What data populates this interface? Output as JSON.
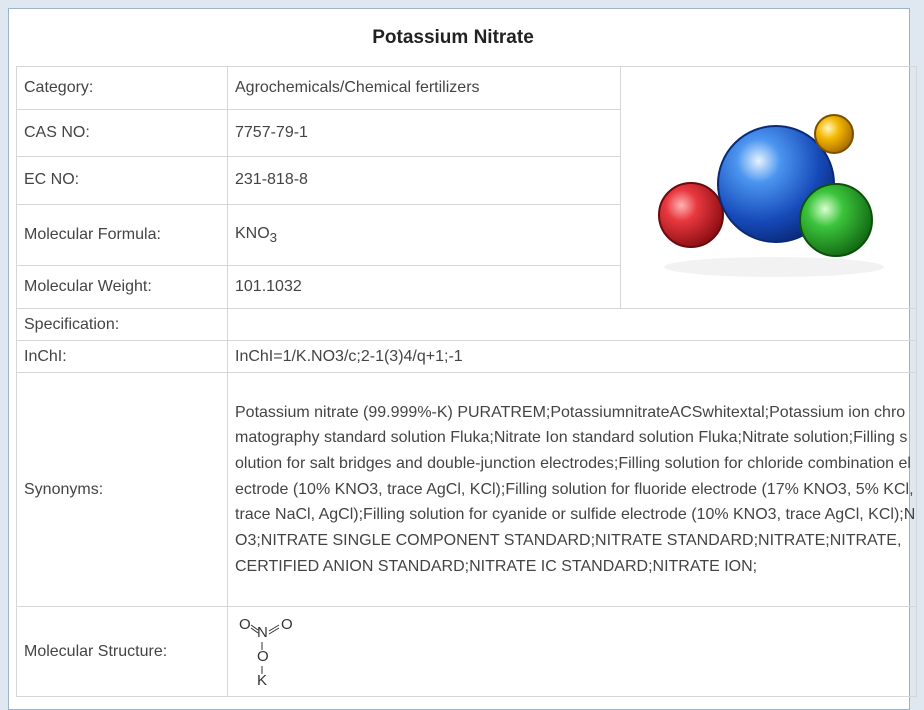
{
  "title": "Potassium Nitrate",
  "rows": {
    "category": {
      "label": "Category:",
      "value": "Agrochemicals/Chemical fertilizers"
    },
    "cas": {
      "label": "CAS NO:",
      "value": "7757-79-1"
    },
    "ec": {
      "label": "EC NO:",
      "value": "231-818-8"
    },
    "formula": {
      "label": "Molecular Formula:",
      "value_main": "KNO",
      "value_sub": "3"
    },
    "weight": {
      "label": "Molecular Weight:",
      "value": "101.1032"
    },
    "specification": {
      "label": "Specification:",
      "value": ""
    },
    "inchi": {
      "label": "InChI:",
      "value": "InChI=1/K.NO3/c;2-1(3)4/q+1;-1"
    },
    "synonyms": {
      "label": "Synonyms:",
      "value": "Potassium nitrate (99.999%-K) PURATREM;PotassiumnitrateACSwhitextal;Potassium ion chromatography standard solution Fluka;Nitrate Ion standard solution Fluka;Nitrate solution;Filling solution for salt bridges and double-junction electrodes;Filling solution for chloride combination electrode (10% KNO3, trace AgCl, KCl);Filling solution for fluoride electrode (17% KNO3, 5% KCl, trace NaCl, AgCl);Filling solution for cyanide or sulfide electrode (10% KNO3, trace AgCl, KCl);NO3;NITRATE SINGLE COMPONENT STANDARD;NITRATE STANDARD;NITRATE;NITRATE, CERTIFIED ANION STANDARD;NITRATE IC STANDARD;NITRATE ION;"
    },
    "structure": {
      "label": "Molecular Structure:",
      "atoms": {
        "o1": "O",
        "n": "N",
        "o2": "O",
        "o3": "O",
        "k": "K"
      }
    }
  },
  "colors": {
    "red": "#d4202a",
    "blue": "#1d5fd0",
    "green": "#2bb02b",
    "yellow": "#f0b400"
  }
}
